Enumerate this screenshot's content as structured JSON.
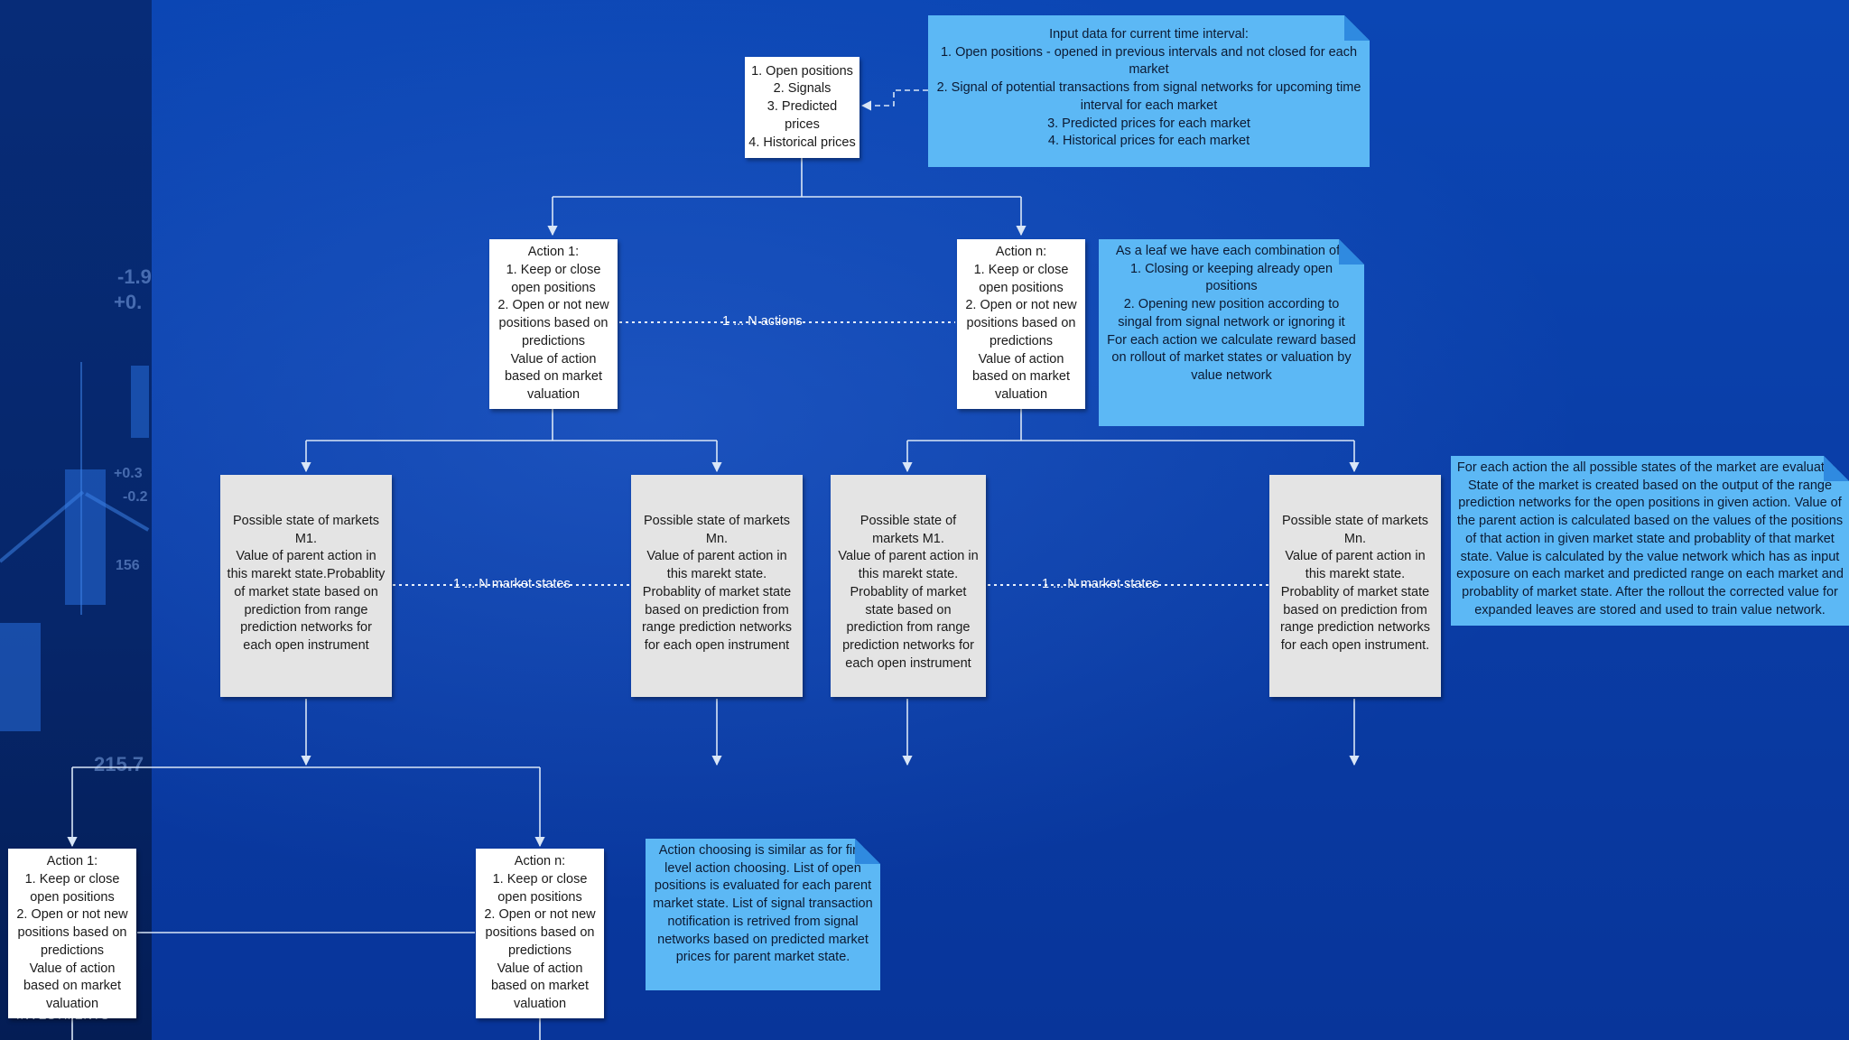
{
  "colors": {
    "background": "#0a3fa8",
    "node_fill": "#ffffff",
    "state_fill": "#e4e4e4",
    "note_fill": "#5cb8f5",
    "connector": "#d9e6f7"
  },
  "background_decor": {
    "values": [
      "-1.9",
      "+0.",
      "+0.3",
      "-0.2",
      "156",
      "215.7"
    ]
  },
  "root": {
    "text": "1. Open positions\n2. Signals\n3. Predicted prices\n4. Historical prices"
  },
  "notes": {
    "input": "Input data for current time interval:\n1. Open positions - opened in previous intervals and not closed for each market\n2. Signal of potential transactions from signal networks for upcoming time interval for each market\n3. Predicted prices for each market\n4. Historical prices for each market",
    "leaf": "As a leaf we have each combination of :\n1. Closing or keeping already open positions\n2. Opening new position according to singal from signal network or ignoring it\nFor each action we calculate reward based on rollout of market states or valuation by value network",
    "states": "For each action the all possible states of the market are evaluated. State of the market is created based on the output of the range prediction networks for the open positions in given action. Value of the parent action is calculated based on the values of the positions of that action in given market state and probablity of that market state. Value is calculated by the value network which has as input exposure on each market and predicted range on each market and probablity of market state. After the rollout the corrected value for expanded leaves are stored and used to train value network.",
    "choosing": "Action choosing is similar as for first level action choosing. List of open positions is evaluated for each parent market state. List of signal transaction notification is retrived from signal networks based on predicted market prices for parent market state."
  },
  "actions": {
    "action1": "Action 1:\n1. Keep or close open positions\n2. Open or not new positions based on predictions\nValue of action based on market valuation",
    "actionN": "Action n:\n1. Keep or close open positions\n2. Open or not new positions based on predictions\nValue of action based on market valuation"
  },
  "states": {
    "s1": "Possible state of markets M1.\nValue of parent action in this marekt state.Probablity of market state based on prediction from range prediction networks for each open instrument",
    "s2": "Possible state of markets Mn.\nValue of parent action in this marekt state.\nProbablity of market state based on prediction from range prediction networks for each open instrument",
    "s3": "Possible state of markets M1.\nValue of parent action in this marekt state.\nProbablity of market state based on prediction from range prediction networks for each open instrument",
    "s4": "Possible state of markets Mn.\nValue of parent action in this marekt state. Probablity of market state based on prediction from range prediction networks for each open instrument."
  },
  "sub_actions": {
    "action1": "Action 1:\n1. Keep or close open positions\n2. Open or not new positions based on predictions\nValue of action based on market valuation",
    "actionN": "Action n:\n1. Keep or close open positions\n2. Open or not new positions based on predictions\nValue of action based on market valuation"
  },
  "edge_labels": {
    "n_actions": "1 ... N actions",
    "n_states_left": "1 ... N market states",
    "n_states_right": "1 ... N market states"
  },
  "footer": "INVESTMENTS"
}
